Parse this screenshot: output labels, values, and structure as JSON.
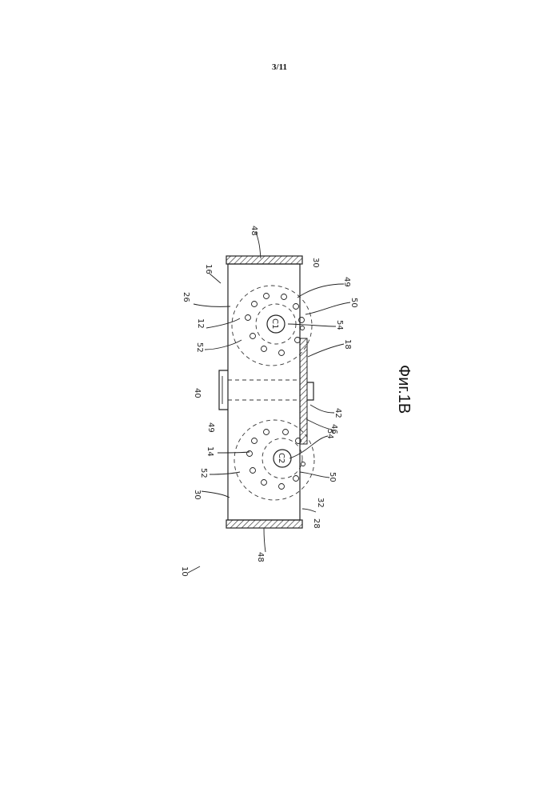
{
  "header": {
    "page_number": "3/11"
  },
  "figure": {
    "caption": "Фиг.1В",
    "labels": {
      "l10": "10",
      "l12": "12",
      "l14": "14",
      "l16": "16",
      "l18": "18",
      "l26": "26",
      "l28": "28",
      "l30a": "30",
      "l30b": "30",
      "l32": "32",
      "l40": "40",
      "l42": "42",
      "l46": "46",
      "l48a": "48",
      "l48b": "48",
      "l49a": "49",
      "l49b": "49",
      "l50a": "50",
      "l50b": "50",
      "l52a": "52",
      "l52b": "52",
      "l54a": "54",
      "l54b": "54",
      "c1": "C1",
      "c2": "C2"
    }
  }
}
